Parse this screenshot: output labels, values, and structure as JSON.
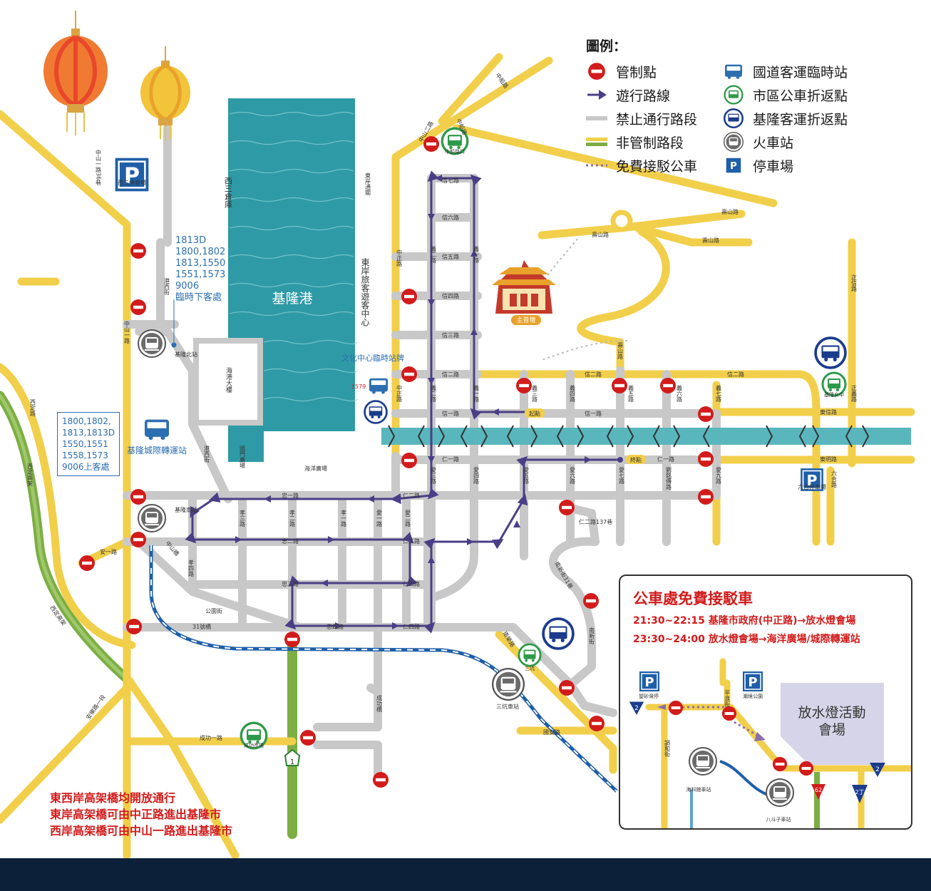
{
  "legend": {
    "title": "圖例：",
    "items": [
      {
        "label": "管制點",
        "icon": "no-entry-icon"
      },
      {
        "label": "遊行路線",
        "icon": "parade-route-arrow-icon"
      },
      {
        "label": "禁止通行路段",
        "icon": "closed-road-icon"
      },
      {
        "label": "非管制路段",
        "icon": "open-road-icon"
      },
      {
        "label": "免費接駁公車",
        "icon": "shuttle-dotted-icon"
      },
      {
        "label": "國道客運臨時站",
        "icon": "bus-square-icon"
      },
      {
        "label": "市區公車折返點",
        "icon": "bus-green-circle-icon"
      },
      {
        "label": "基隆客運折返點",
        "icon": "bus-navy-circle-icon"
      },
      {
        "label": "火車站",
        "icon": "train-icon"
      },
      {
        "label": "停車場",
        "icon": "parking-icon"
      }
    ]
  },
  "colors": {
    "control": "#d21b1b",
    "route": "#4a3f86",
    "closed": "#c8c8c8",
    "open": "#f2cf4a",
    "green": "#7cae44",
    "harbor": "#2e9aa6",
    "river": "#59b6bd",
    "navy": "#1c3c8c",
    "busgreen": "#2e9a4a",
    "footer": "#0c2139"
  },
  "places": {
    "harbor": "基隆港",
    "west_warehouse": "西三倉庫",
    "east_terminal": "東岸旅客遊客中心",
    "east_gate": "東岸通關",
    "ocean_building": "海港大樓",
    "gate_plaza": "國門廣場",
    "ocean_plaza": "海洋廣場",
    "temple": "主普壇",
    "parking_west3": "西三停車場",
    "parking_liuhe": "六合停車場",
    "city_transfer": "基隆城際轉運站",
    "culture_center": "文化中心臨時站牌",
    "culture_route": "1579",
    "north_station": "基隆北站",
    "south_station": "基隆南站",
    "sankeng_station": "三坑車站",
    "sankeng_stop": "三坑",
    "zhongchuan_stop": "中船路口",
    "keelung_girls_stop": "基隆女中",
    "chenggong_market_stop": "成功市場",
    "start_label": "起點",
    "end_label": "終點",
    "route_1": "1"
  },
  "roads": {
    "zhongshan1": "中山一路",
    "zhongshan1_36": "中山一路36巷",
    "zhongshan2": "中山二路",
    "zhongzheng": "中正路",
    "zhongchuan": "中船路",
    "anyi": "安一路",
    "anle": "安樂路一段",
    "zhongshan_bridge": "中山橋",
    "gangxi": "港西街",
    "xiaosi": "孝四路",
    "xiaosan": "孝三路",
    "xiaoer": "孝二路",
    "xiaoyi": "孝一路",
    "aiyi": "愛一路",
    "aier": "愛二路",
    "aisan": "愛三路",
    "aisi": "愛四路",
    "aiwu": "愛五路",
    "ailiu": "愛六路",
    "aiqi": "愛七路",
    "aijiu": "愛九路",
    "liuming": "劉銘傳路",
    "yier": "義二路",
    "yiyi": "義一路",
    "yisan": "義三路",
    "yisi": "義四路",
    "yiwu": "義五路",
    "yiliu": "義六路",
    "yiqi": "義七路",
    "xinqi": "信七路",
    "xinliu": "信六路",
    "xinwu": "信五路",
    "xinsi": "信四路",
    "xinsan": "信三路",
    "xiner": "信二路",
    "xinyi": "信一路",
    "renyi": "仁一路",
    "rener": "仁二路",
    "rensan": "仁三路",
    "rensi": "仁四路",
    "ren2_137": "仁二路137巷",
    "zhongyi": "忠一路",
    "zhonger": "忠二路",
    "zhongsan": "忠三路",
    "zhongsi": "忠四路",
    "donxin": "東信路",
    "dongming": "東明路",
    "liuhe": "六合路",
    "zhengxin": "正信路",
    "zhengyi": "正義路",
    "shoushan": "壽山路",
    "gongyuan": "公園街",
    "bridge31": "31號橋",
    "chenggong_bridge": "成功橋",
    "chenggong1": "成功一路",
    "nanrong": "南榮路",
    "nanxin31": "南新街31巷",
    "nanxin": "南新街",
    "guoan": "國安路",
    "xiding_elev": "西定高架",
    "xiding": "西定路",
    "xiding_road": "西定高架",
    "gangshan": "港山街"
  },
  "stop_lists": {
    "north_drop": [
      "1813D",
      "1800,1802",
      "1813,1550",
      "1551,1573",
      "9006",
      "臨時下客處"
    ],
    "transfer_board": [
      "1800,1802,",
      "1813,1813D",
      "1550,1551",
      "1558,1573",
      "9006上客處"
    ]
  },
  "notes": [
    "東西岸高架橋均開放通行",
    "東岸高架橋可由中正路進出基隆市",
    "西岸高架橋可由中山一路進出基隆市"
  ],
  "inset": {
    "title": "公車處免費接駁車",
    "lines": [
      "21:30~22:15 基隆市政府(中正路)→放水燈會場",
      "23:30~24:00 放水燈會場→海洋廣場/城際轉運站"
    ],
    "venue": "放水燈活動會場",
    "parking_left": "望砂灣停",
    "parking_right": "潮境公園",
    "road_pingliu": "平浪街",
    "road_diaohe": "調和街",
    "station_haike": "海科館車站",
    "station_badouzi": "八斗子車站",
    "shield_2a": "2",
    "shield_2b": "2",
    "shield_2c": "2丁",
    "shield_62": "62"
  }
}
